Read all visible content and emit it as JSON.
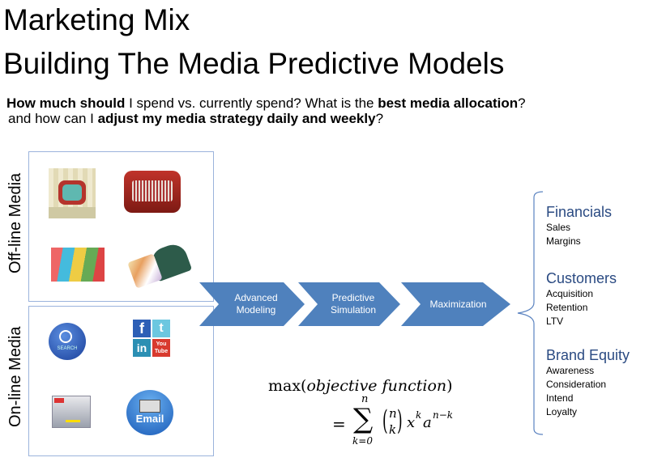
{
  "title": {
    "line1": "Marketing Mix",
    "line2": "Building The Media Predictive Models"
  },
  "question": {
    "l1": [
      {
        "t": "How much should",
        "b": true
      },
      {
        "t": " I spend vs. currently spend? What is the ",
        "b": false
      },
      {
        "t": "best media allocation",
        "b": true
      },
      {
        "t": "?",
        "b": false
      }
    ],
    "l2": [
      {
        "t": "and how can I ",
        "b": false
      },
      {
        "t": "adjust my media strategy daily and  weekly",
        "b": true
      },
      {
        "t": "?",
        "b": false
      }
    ]
  },
  "offline": {
    "label": "Off-line Media",
    "icons": [
      "tv-icon",
      "radio-icon",
      "magazines-icon",
      "mailbox-icon"
    ]
  },
  "online": {
    "label": "On-line Media",
    "icons": [
      "search-icon",
      "social-media-icon",
      "display-ad-icon",
      "email-icon"
    ],
    "search_text": "SEARCH",
    "email_text": "Email",
    "social": {
      "f": "f",
      "t": "t",
      "in": "in",
      "yt": "You Tube"
    }
  },
  "steps": [
    "Advanced\nModeling",
    "Predictive\nSimulation",
    "Maximization"
  ],
  "formula": {
    "line1_a": "max(",
    "line1_b": "objective function",
    "line1_c": ")",
    "eq": "=",
    "sum": "∑",
    "upper": "n",
    "lower": "k=0",
    "binom_top": "n",
    "binom_bottom": "k",
    "x": "x",
    "xexp": "k",
    "a": "a",
    "aexp": "n−k"
  },
  "outcomes": [
    {
      "name": "Financials",
      "items": [
        "Sales",
        "Margins"
      ]
    },
    {
      "name": "Customers",
      "items": [
        "Acquisition",
        "Retention",
        "LTV"
      ]
    },
    {
      "name": "Brand Equity",
      "items": [
        "Awareness",
        "Consideration",
        "Intend",
        "Loyalty"
      ]
    }
  ],
  "colors": {
    "chevron": "#4f81bd",
    "heading": "#2a4a82",
    "box_border": "#9bb3dc"
  }
}
